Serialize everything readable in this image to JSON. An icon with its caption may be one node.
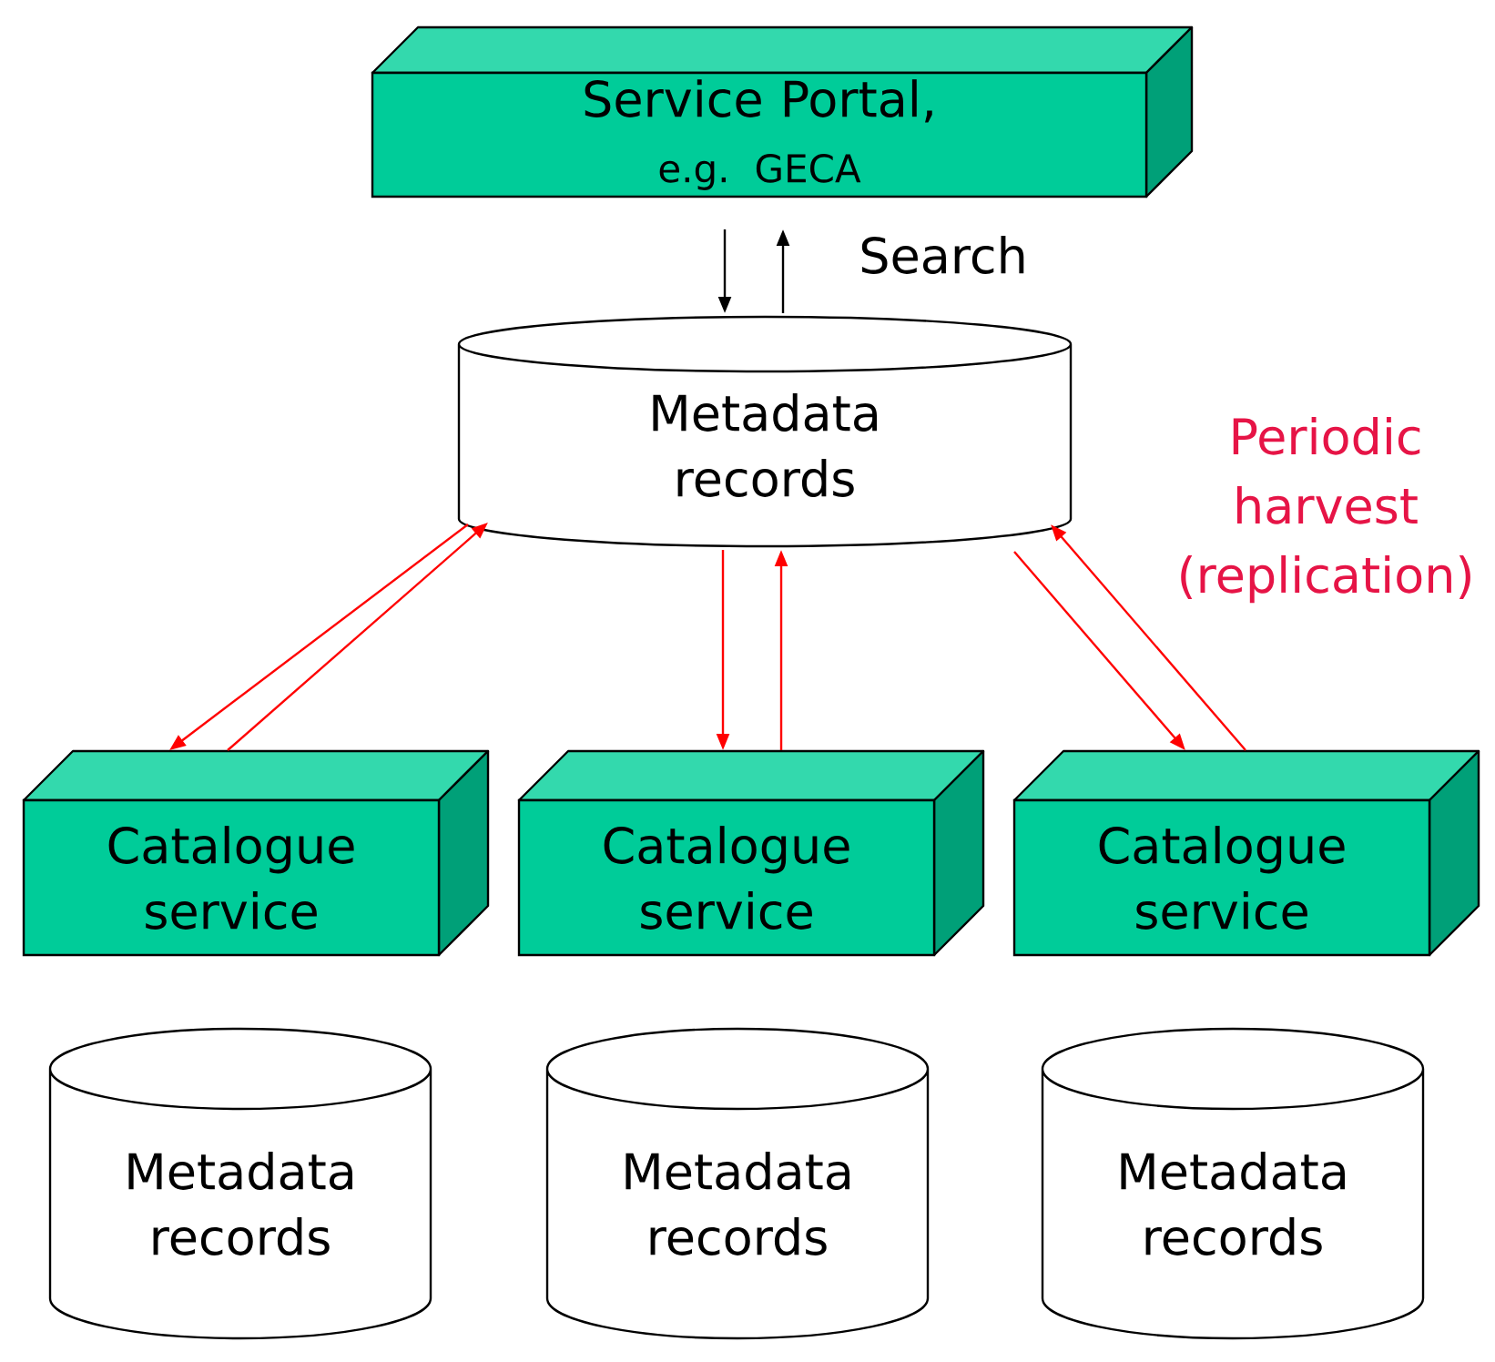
{
  "diagram": {
    "nodes": [
      {
        "text": [
          "Service Portal,",
          "e.g. GECA"
        ]
      },
      {
        "text": [
          "Metadata records"
        ]
      },
      {
        "text": [
          "Catalogue service"
        ]
      },
      {
        "text": [
          "Catalogue service"
        ]
      },
      {
        "text": [
          "Catalogue service"
        ]
      },
      {
        "text": [
          "Metadata records"
        ]
      },
      {
        "text": [
          "Metadata records"
        ]
      },
      {
        "text": [
          "Metadata records"
        ]
      }
    ],
    "edges": [
      {
        "from": 0,
        "to": 1,
        "arrow": "to",
        "color": "#000000"
      },
      {
        "from": 1,
        "to": 0,
        "arrow": "to",
        "color": "#000000",
        "label": "Search"
      },
      {
        "from": 1,
        "to": 2,
        "arrow": "to"
      },
      {
        "from": 2,
        "to": 1,
        "arrow": "to"
      },
      {
        "from": 1,
        "to": 3,
        "arrow": "to"
      },
      {
        "from": 3,
        "to": 1,
        "arrow": "to"
      },
      {
        "from": 1,
        "to": 4,
        "arrow": "to"
      },
      {
        "from": 4,
        "to": 1,
        "arrow": "to"
      }
    ],
    "labels": [
      "Periodic harvest (replication)"
    ]
  }
}
